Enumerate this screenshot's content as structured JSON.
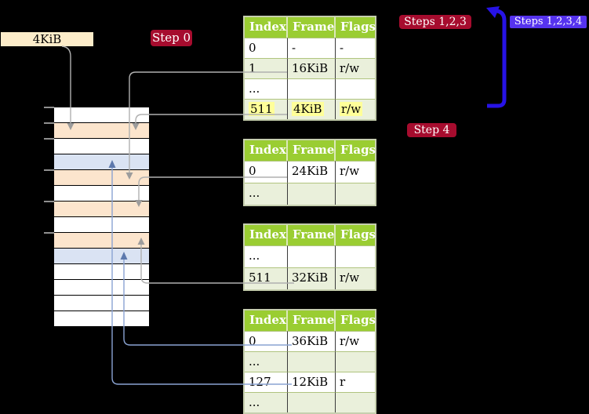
{
  "labels": {
    "frame_size": "4KiB",
    "step0": "Step 0",
    "steps123": "Steps 1,2,3",
    "steps1234": "Steps 1,2,3,4",
    "step4": "Step 4"
  },
  "tables": {
    "t1": {
      "headers": [
        "Index",
        "Frame",
        "Flags"
      ],
      "rows": [
        {
          "cells": [
            "0",
            "-",
            "-"
          ]
        },
        {
          "cells": [
            "1",
            "16KiB",
            "r/w"
          ]
        },
        {
          "cells": [
            "...",
            "",
            ""
          ]
        },
        {
          "cells": [
            "511",
            "4KiB",
            "r/w"
          ],
          "highlighted": true
        }
      ]
    },
    "t2": {
      "headers": [
        "Index",
        "Frame",
        "Flags"
      ],
      "rows": [
        {
          "cells": [
            "0",
            "24KiB",
            "r/w"
          ]
        },
        {
          "cells": [
            "...",
            "",
            ""
          ]
        }
      ]
    },
    "t3": {
      "headers": [
        "Index",
        "Frame",
        "Flags"
      ],
      "rows": [
        {
          "cells": [
            "...",
            "",
            ""
          ]
        },
        {
          "cells": [
            "511",
            "32KiB",
            "r/w"
          ]
        }
      ]
    },
    "t4": {
      "headers": [
        "Index",
        "Frame",
        "Flags"
      ],
      "rows": [
        {
          "cells": [
            "0",
            "36KiB",
            "r/w"
          ]
        },
        {
          "cells": [
            "...",
            "",
            ""
          ]
        },
        {
          "cells": [
            "127",
            "12KiB",
            "r"
          ]
        },
        {
          "cells": [
            "...",
            "",
            ""
          ]
        }
      ]
    }
  },
  "memory": {
    "rows": [
      "white",
      "peach",
      "white",
      "blue",
      "peach",
      "white",
      "peach",
      "white",
      "peach",
      "blue",
      "white",
      "white",
      "white",
      "white"
    ]
  },
  "connections": [
    "4KiB-label -> memory peach row 1",
    "table1 row 511/4KiB -> memory peach row 1",
    "table1 row 1/16KiB -> memory peach row 2",
    "table2 row 0/24KiB -> memory peach row 3",
    "table3 row 511/32KiB -> memory peach row 4",
    "table4 row 0/36KiB -> memory blue row 2",
    "table4 row 127/12KiB -> memory blue row 1",
    "thick blue arrow -> up toward table1 (Steps 1,2,3 / Steps 1,2,3,4)"
  ],
  "colors": {
    "badge_red": "#a60c2e",
    "badge_violet": "#5633ee",
    "header_green": "#9acd32",
    "row_green": "#eaf0db",
    "highlight_yellow": "#ffff99",
    "label_wheat": "#fcecc9",
    "mem_white": "#ffffff",
    "mem_peach": "#fce5cd",
    "mem_blue": "#dae3f3",
    "line_gray": "#b0b0b0",
    "arrow_gray": "#9c9c9c",
    "line_blue": "#8aa3d2",
    "arrow_blue": "#5d79ad",
    "thick_blue": "#2713e6",
    "tick_gray": "#909090"
  }
}
